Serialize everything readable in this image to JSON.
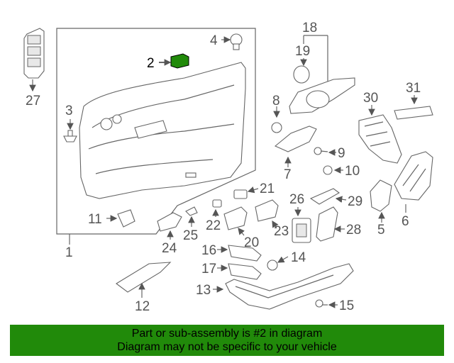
{
  "callouts": [
    "1",
    "2",
    "3",
    "4",
    "5",
    "6",
    "7",
    "8",
    "9",
    "10",
    "11",
    "12",
    "13",
    "14",
    "15",
    "16",
    "17",
    "18",
    "19",
    "20",
    "21",
    "22",
    "23",
    "24",
    "25",
    "26",
    "27",
    "28",
    "29",
    "30",
    "31"
  ],
  "highlight_color": "#218a0a",
  "banner": {
    "line1": "Part or sub-assembly is #2 in diagram",
    "line2": "Diagram may not be specific to your vehicle"
  }
}
